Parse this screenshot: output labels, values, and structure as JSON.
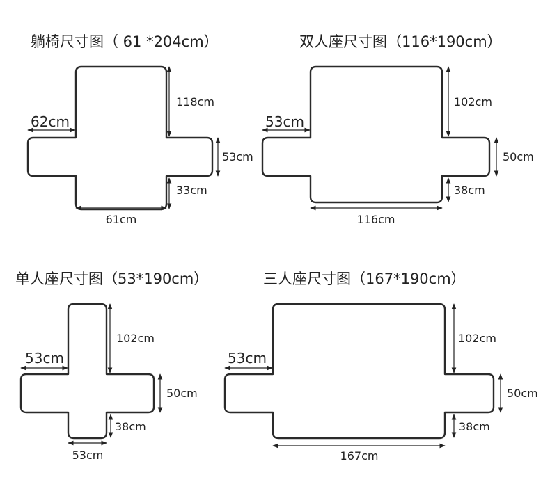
{
  "diagrams": [
    {
      "title": "躺椅尺寸图（ 61 *204cm）",
      "top_width": "61cm",
      "arm_height": "53cm",
      "back_height": "118cm",
      "arm_width": "62cm",
      "seat_depth": "33cm"
    },
    {
      "title": "双人座尺寸图（116*190cm）",
      "top_width": "116cm",
      "arm_height": "50cm",
      "back_height": "102cm",
      "arm_width": "53cm",
      "seat_depth": "38cm"
    },
    {
      "title": "单人座尺寸图（53*190cm）",
      "top_width": "53cm",
      "arm_height": "50cm",
      "back_height": "102cm",
      "arm_width": "53cm",
      "seat_depth": "38cm"
    },
    {
      "title": "三人座尺寸图（167*190cm）",
      "top_width": "167cm",
      "arm_height": "50cm",
      "back_height": "102cm",
      "arm_width": "53cm",
      "seat_depth": "38cm"
    }
  ]
}
